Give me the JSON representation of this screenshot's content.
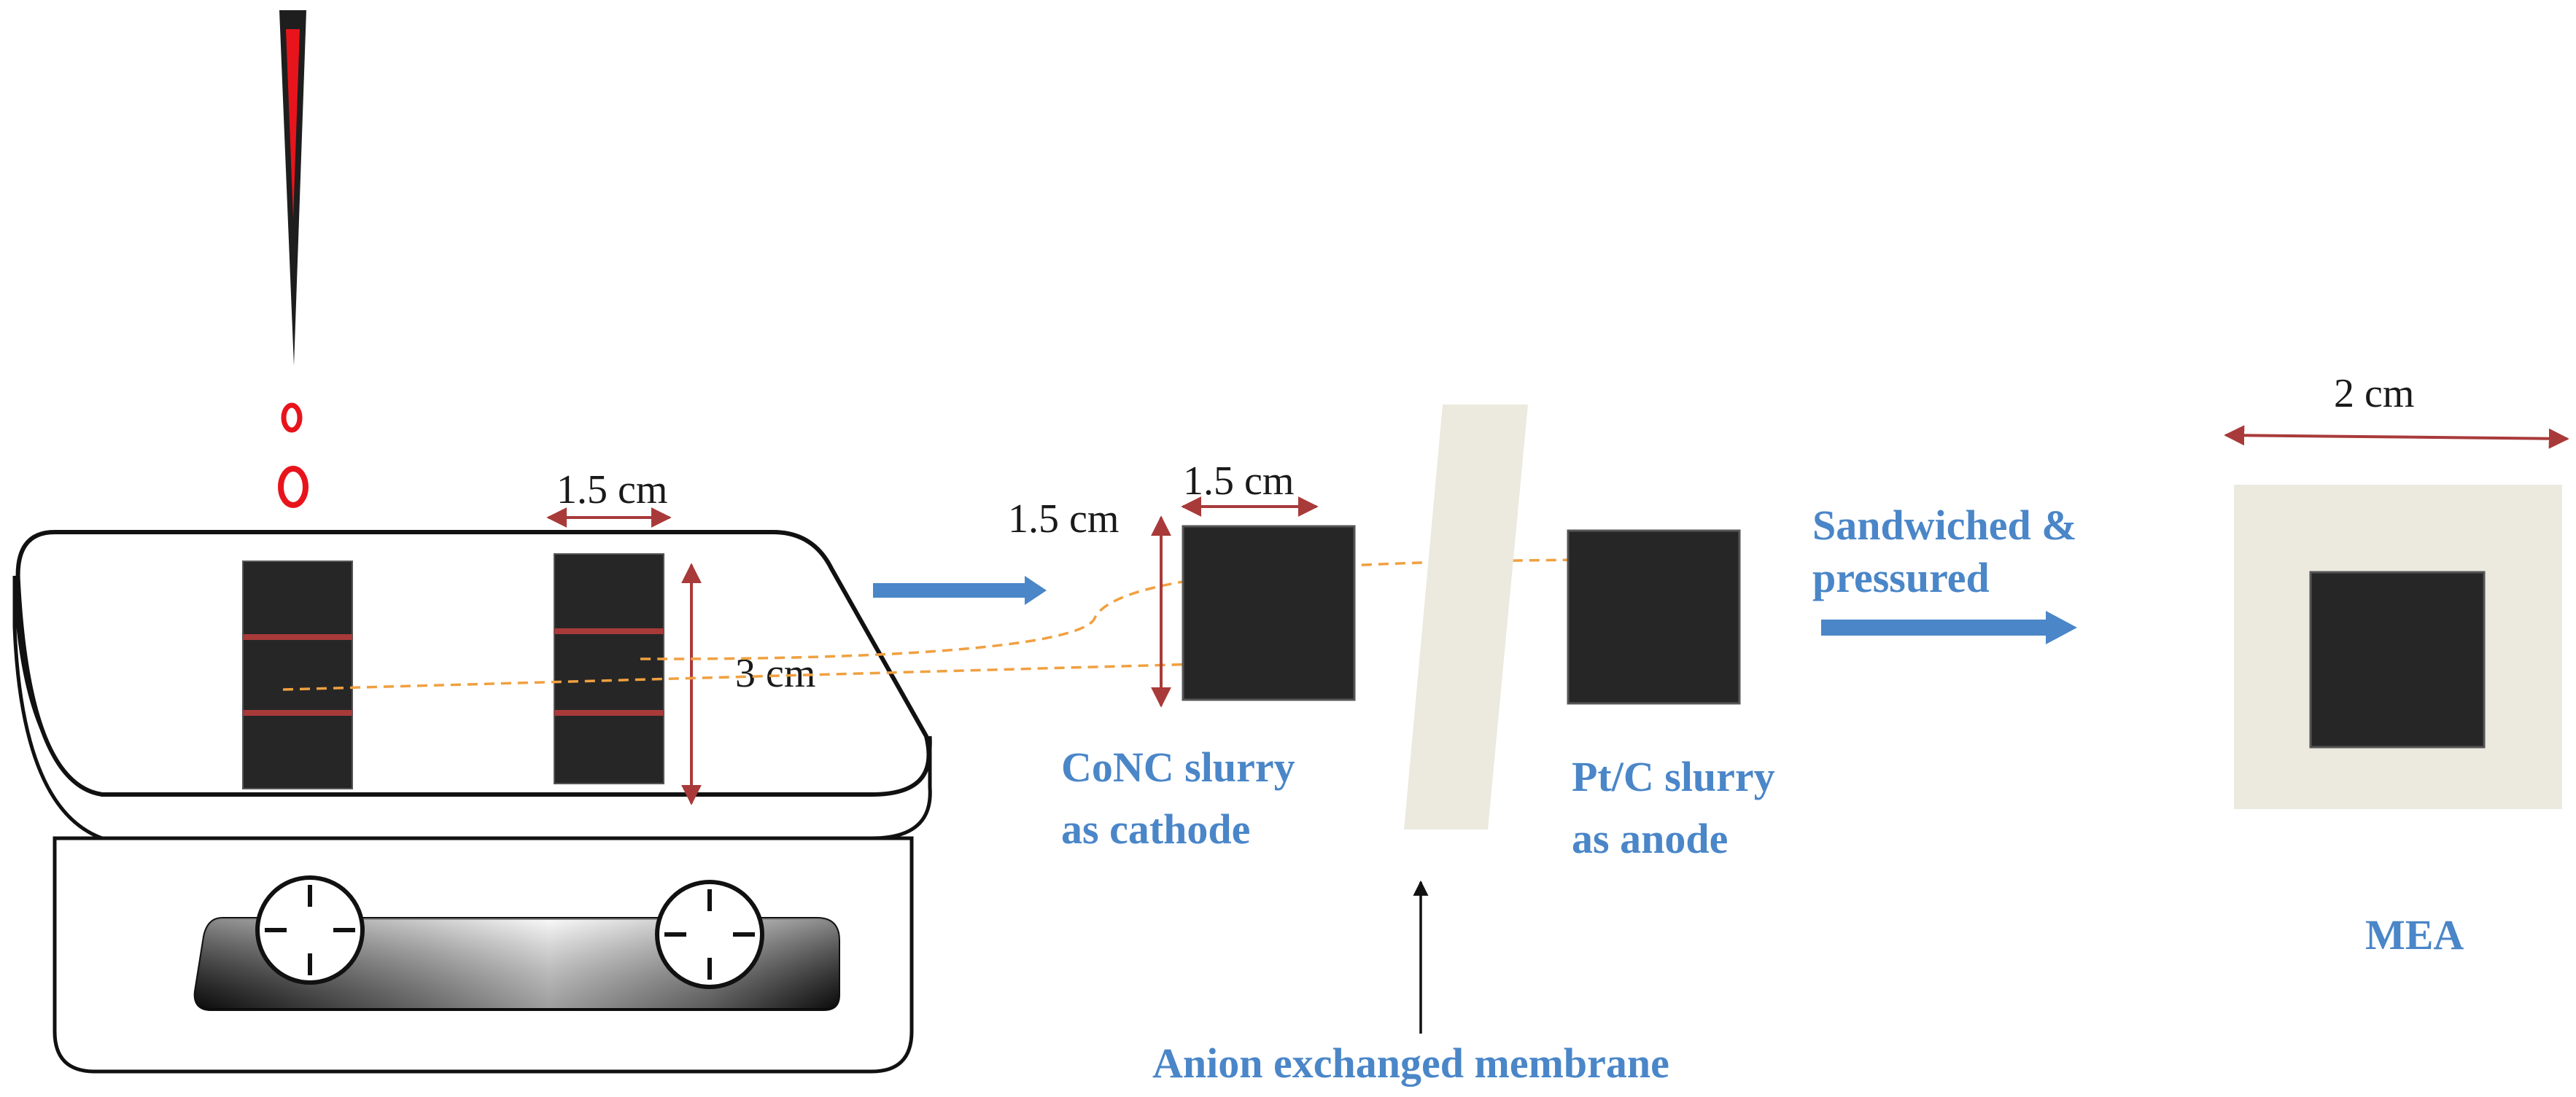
{
  "colors": {
    "dark_sample": "#262626",
    "dimension_arrow": "#a93a3a",
    "label_blue": "#4a86c8",
    "membrane": "#ece9de",
    "trace": "#f0a040",
    "drop_red": "#e8141c"
  },
  "labels": {
    "hotplate_width": "1.5 cm",
    "hotplate_height": "3 cm",
    "cathode_width": "1.5 cm",
    "cathode_height": "1.5 cm",
    "cathode_caption_line1": "CoNC slurry",
    "cathode_caption_line2": "as cathode",
    "anode_caption_line1": "Pt/C slurry",
    "anode_caption_line2": "as anode",
    "step_caption_line1": "Sandwiched &",
    "step_caption_line2": "pressured",
    "mea_width": "2 cm",
    "mea_caption": "MEA",
    "membrane_caption": "Anion exchanged membrane"
  }
}
